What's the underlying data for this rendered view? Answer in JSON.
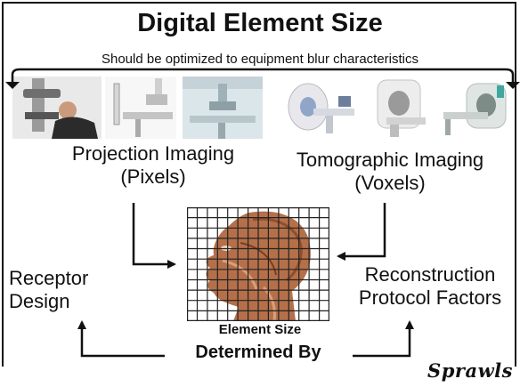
{
  "title": "Digital Element Size",
  "subtitle": "Should be optimized to equipment blur characteristics",
  "projection": {
    "line1": "Projection Imaging",
    "line2": "(Pixels)"
  },
  "tomographic": {
    "line1": "Tomographic Imaging",
    "line2": "(Voxels)"
  },
  "receptor": {
    "line1": "Receptor",
    "line2": "Design"
  },
  "reconstruction": {
    "line1": "Reconstruction",
    "line2": "Protocol Factors"
  },
  "element_size_label": "Element Size",
  "determined_by": "Determined By",
  "signature": "Sprawls",
  "equipment": [
    {
      "icon": "mammography-unit-icon"
    },
    {
      "icon": "radiography-unit-icon"
    },
    {
      "icon": "xray-room-icon"
    },
    {
      "icon": "ct-scanner-icon"
    },
    {
      "icon": "mri-scanner-icon"
    },
    {
      "icon": "mri-system-icon"
    }
  ],
  "colors": {
    "text": "#111111",
    "grid": "#222222",
    "skin": "#b5704a"
  }
}
